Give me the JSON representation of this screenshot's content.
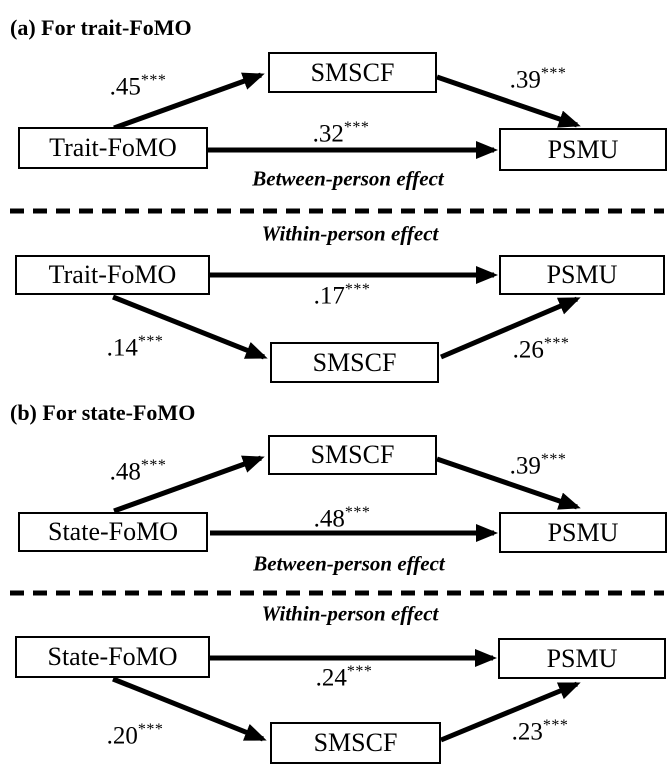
{
  "colors": {
    "ink": "#000000",
    "paper": "#ffffff"
  },
  "significance_marker": "***",
  "panels": [
    {
      "title": "(a) For trait-FoMO",
      "between": {
        "label": "Between-person effect",
        "predictor": "Trait-FoMO",
        "mediator": "SMSCF",
        "outcome": "PSMU",
        "paths": {
          "predictor_to_mediator": {
            "value": ".45",
            "stars": "***"
          },
          "mediator_to_outcome": {
            "value": ".39",
            "stars": "***"
          },
          "predictor_to_outcome": {
            "value": ".32",
            "stars": "***"
          }
        }
      },
      "within": {
        "label": "Within-person effect",
        "predictor": "Trait-FoMO",
        "mediator": "SMSCF",
        "outcome": "PSMU",
        "paths": {
          "predictor_to_mediator": {
            "value": ".14",
            "stars": "***"
          },
          "mediator_to_outcome": {
            "value": ".26",
            "stars": "***"
          },
          "predictor_to_outcome": {
            "value": ".17",
            "stars": "***"
          }
        }
      }
    },
    {
      "title": "(b) For state-FoMO",
      "between": {
        "label": "Between-person effect",
        "predictor": "State-FoMO",
        "mediator": "SMSCF",
        "outcome": "PSMU",
        "paths": {
          "predictor_to_mediator": {
            "value": ".48",
            "stars": "***"
          },
          "mediator_to_outcome": {
            "value": ".39",
            "stars": "***"
          },
          "predictor_to_outcome": {
            "value": ".48",
            "stars": "***"
          }
        }
      },
      "within": {
        "label": "Within-person effect",
        "predictor": "State-FoMO",
        "mediator": "SMSCF",
        "outcome": "PSMU",
        "paths": {
          "predictor_to_mediator": {
            "value": ".20",
            "stars": "***"
          },
          "mediator_to_outcome": {
            "value": ".23",
            "stars": "***"
          },
          "predictor_to_outcome": {
            "value": ".24",
            "stars": "***"
          }
        }
      }
    }
  ]
}
